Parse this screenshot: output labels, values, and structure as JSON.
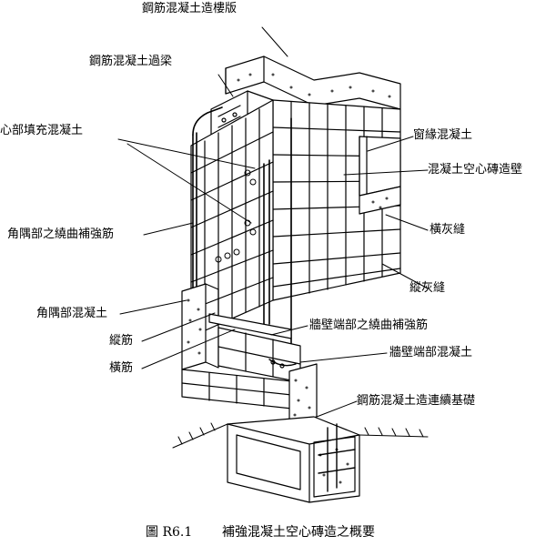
{
  "labels": {
    "floor_slab": "鋼筋混凝土造樓版",
    "lintel": "鋼筋混凝土過梁",
    "core_fill": "心部填充混凝土",
    "window_edge": "窗緣混凝土",
    "block_wall": "混凝土空心磚造壁",
    "corner_bent_bar": "角隅部之繞曲補強筋",
    "bed_joint": "橫灰縫",
    "head_joint": "縱灰縫",
    "corner_concrete": "角隅部混凝土",
    "vertical_bar": "縱筋",
    "wall_end_bent_bar": "牆壁端部之繞曲補強筋",
    "horizontal_bar": "橫筋",
    "wall_end_concrete": "牆壁端部混凝土",
    "foundation": "鋼筋混凝土造連續基礎"
  },
  "caption": {
    "prefix": "圖 R6.1",
    "title": "補強混凝土空心磚造之概要"
  }
}
